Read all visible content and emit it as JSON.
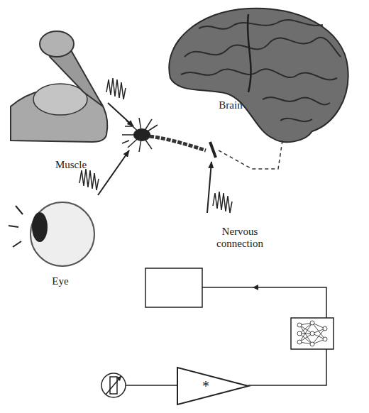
{
  "diagram": {
    "nodes": [
      {
        "text": [
          "*"
        ]
      }
    ],
    "labels": [
      "Muscle",
      "Eye",
      "Brain",
      "Nervous connection"
    ]
  }
}
